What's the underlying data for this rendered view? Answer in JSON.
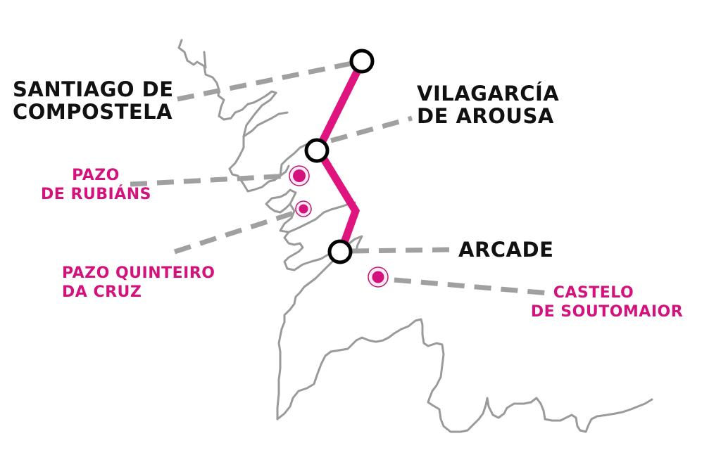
{
  "map": {
    "colors": {
      "route": "#e0147f",
      "poi": "#d4127e",
      "poi_ring": "#f7c6df",
      "coastline": "#9a9a9a",
      "leader": "#a0a0a0",
      "city_text": "#111111",
      "station_stroke": "#000000"
    },
    "cities": [
      {
        "name": "santiago",
        "line1": "SANTIAGO DE",
        "line2": "COMPOSTELA"
      },
      {
        "name": "vilagarcia",
        "line1": "VILAGARCÍA",
        "line2": "DE AROUSA"
      },
      {
        "name": "arcade",
        "line1": "ARCADE"
      }
    ],
    "pois": [
      {
        "name": "pazo-rubians",
        "line1": "PAZO",
        "line2": "DE RUBIÁNS"
      },
      {
        "name": "pazo-quinteiro",
        "line1": "PAZO QUINTEIRO",
        "line2": "DA CRUZ"
      },
      {
        "name": "castelo-soutomaior",
        "line1": "CASTELO",
        "line2": "DE SOUTOMAIOR"
      }
    ]
  }
}
